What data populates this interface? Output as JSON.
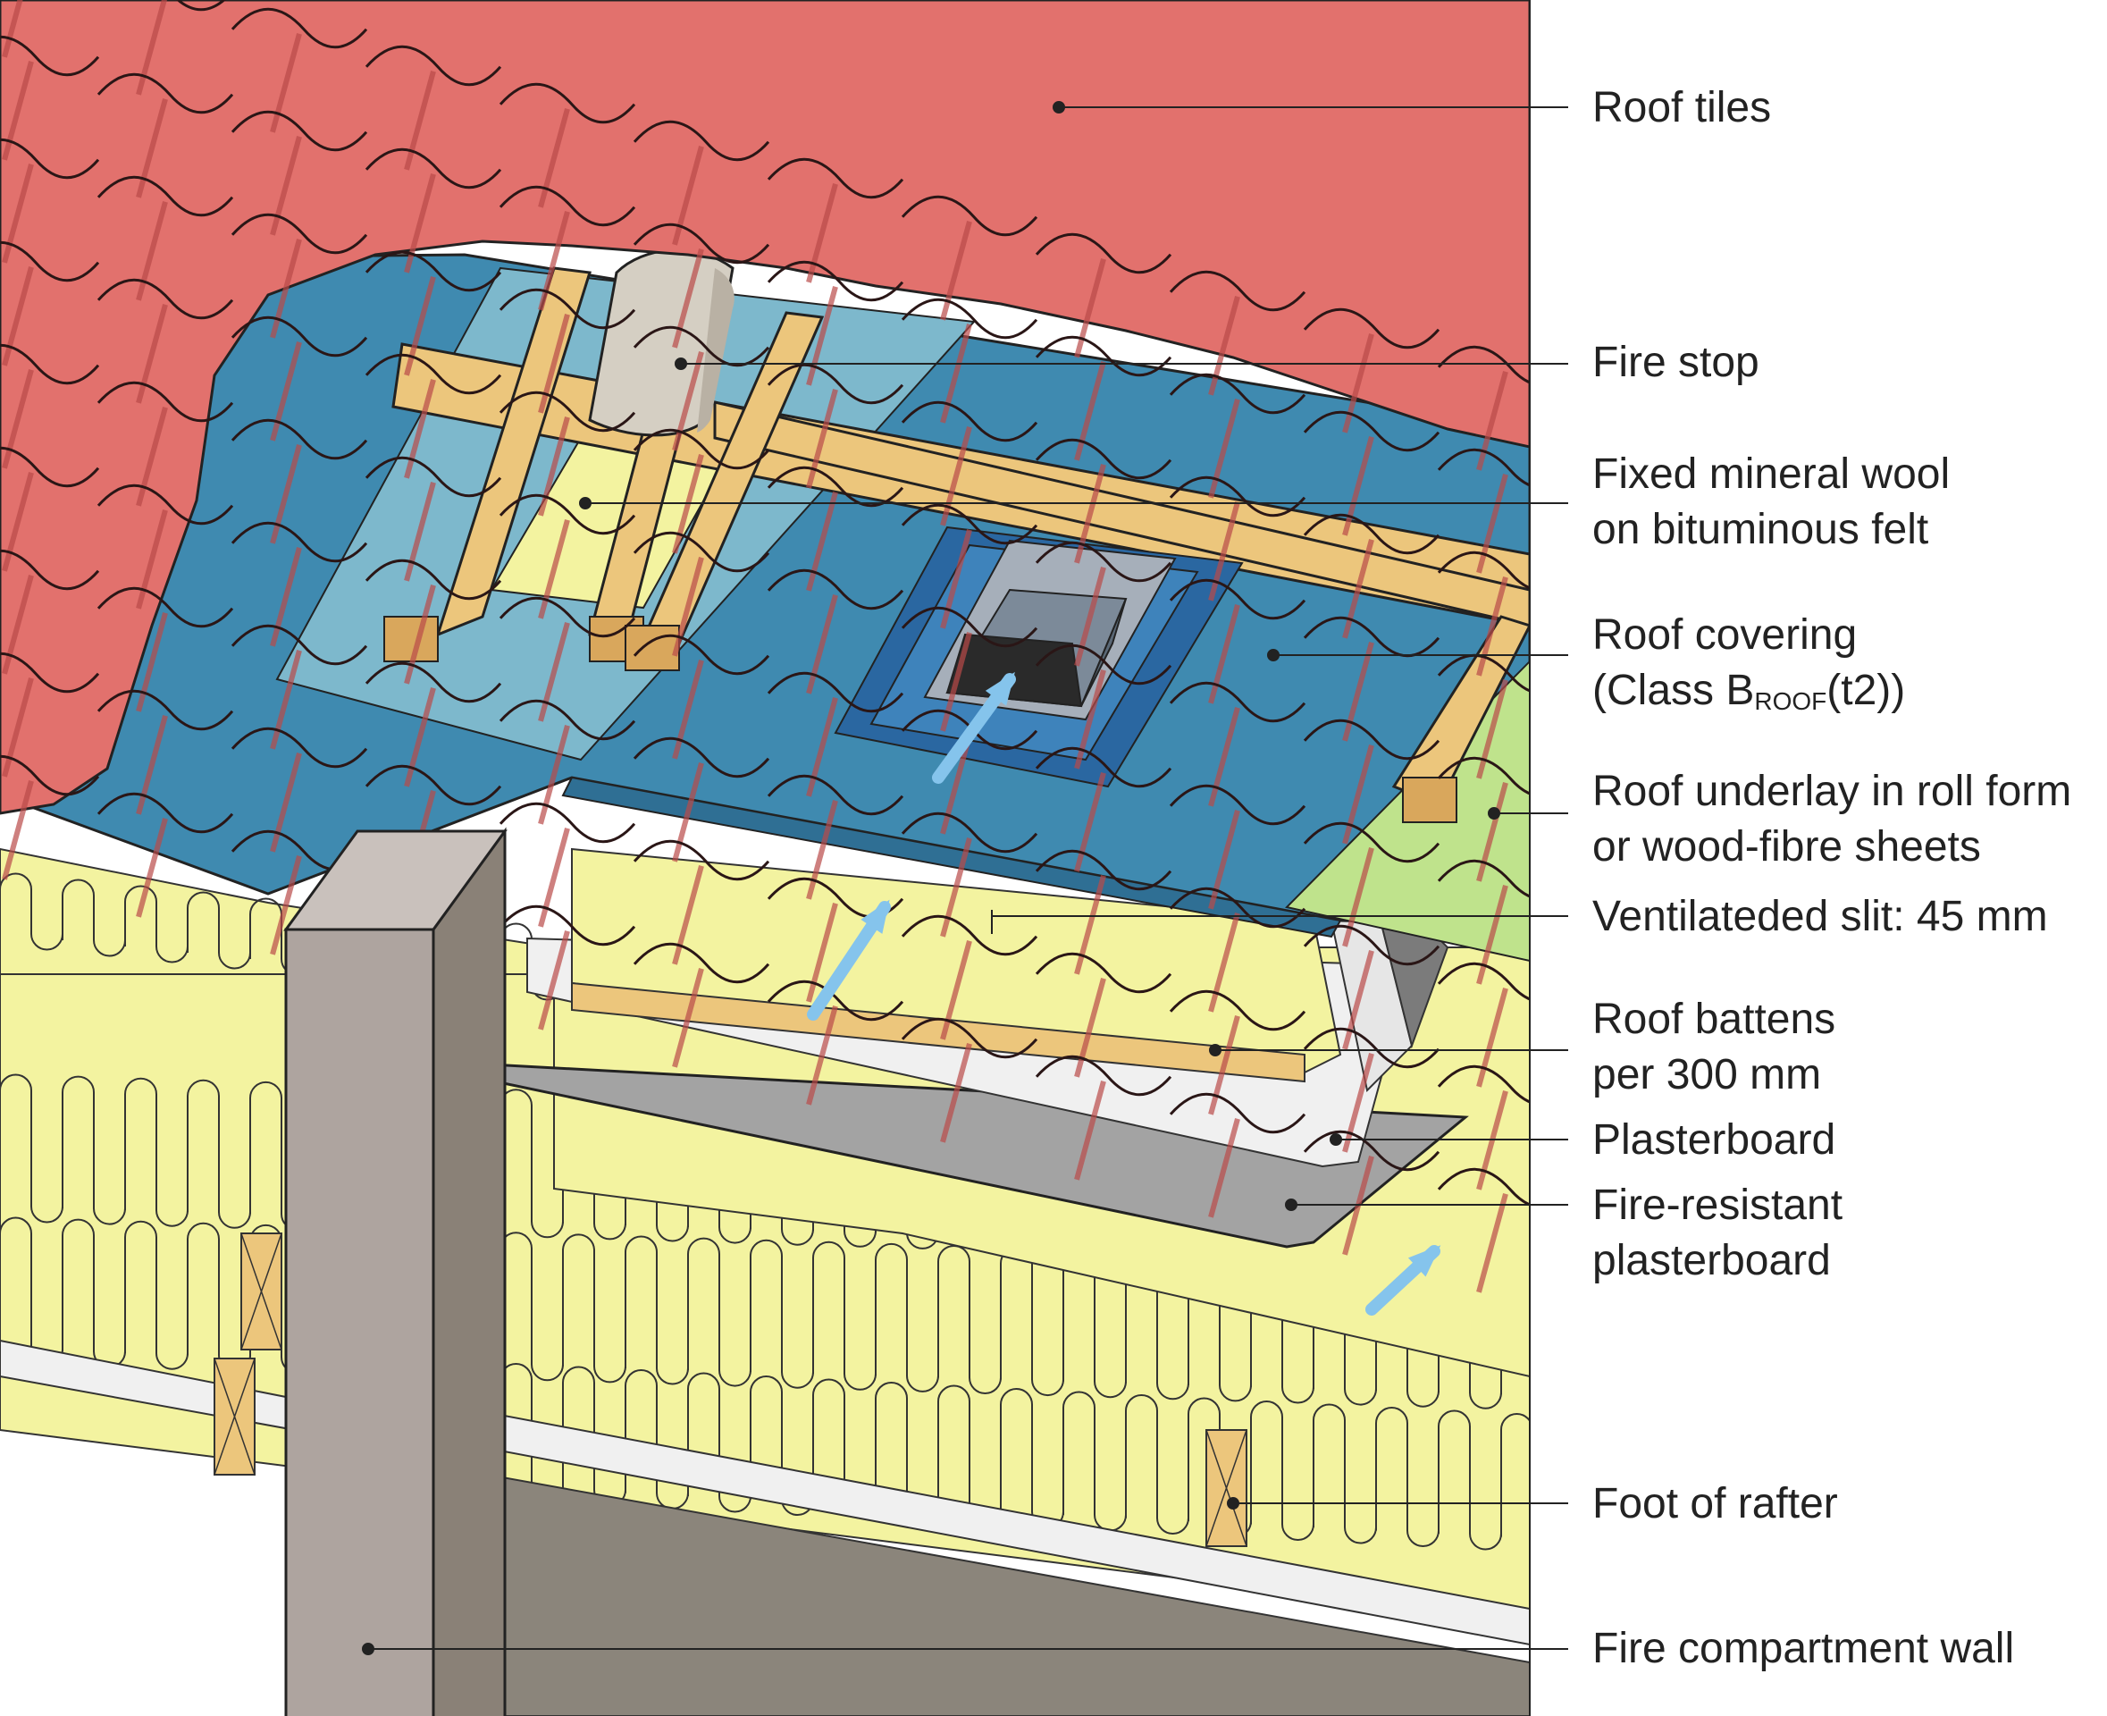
{
  "colors": {
    "tile": "#e2716d",
    "tile_shadow": "#b94a49",
    "tile_edge": "#2a1616",
    "covering": "#3f8ab0",
    "covering_light": "#7db8cc",
    "batten": "#ecc67c",
    "batten_end": "#d9a75c",
    "wool": "#f3f3a0",
    "underlay": "#bfe38c",
    "plaster": "#f0f0f0",
    "fire_plaster": "#a3a3a3",
    "wall": "#aea49f",
    "wall_dark": "#8a8177",
    "firestop": "#d5cfc3",
    "vent_plate": "#2a67a1",
    "vent_body": "#7c8a99",
    "airflow": "#85c4ec",
    "leader": "#222222"
  },
  "labels": {
    "roof_tiles": "Roof tiles",
    "fire_stop": "Fire stop",
    "mineral_wool_1": "Fixed mineral wool",
    "mineral_wool_2": "on bituminous felt",
    "roof_covering_1": "Roof covering",
    "roof_covering_2_pre": "(Class B",
    "roof_covering_2_sub": "ROOF",
    "roof_covering_2_post": "(t2))",
    "underlay_1": "Roof underlay in roll form",
    "underlay_2": "or wood-fibre sheets",
    "slit": "Ventilateded slit: 45 mm",
    "battens_1": "Roof battens",
    "battens_2": "per 300 mm",
    "plasterboard": "Plasterboard",
    "fire_plaster_1": "Fire-resistant",
    "fire_plaster_2": "plasterboard",
    "rafter_foot": "Foot of rafter",
    "compartment_wall": "Fire compartment wall"
  }
}
